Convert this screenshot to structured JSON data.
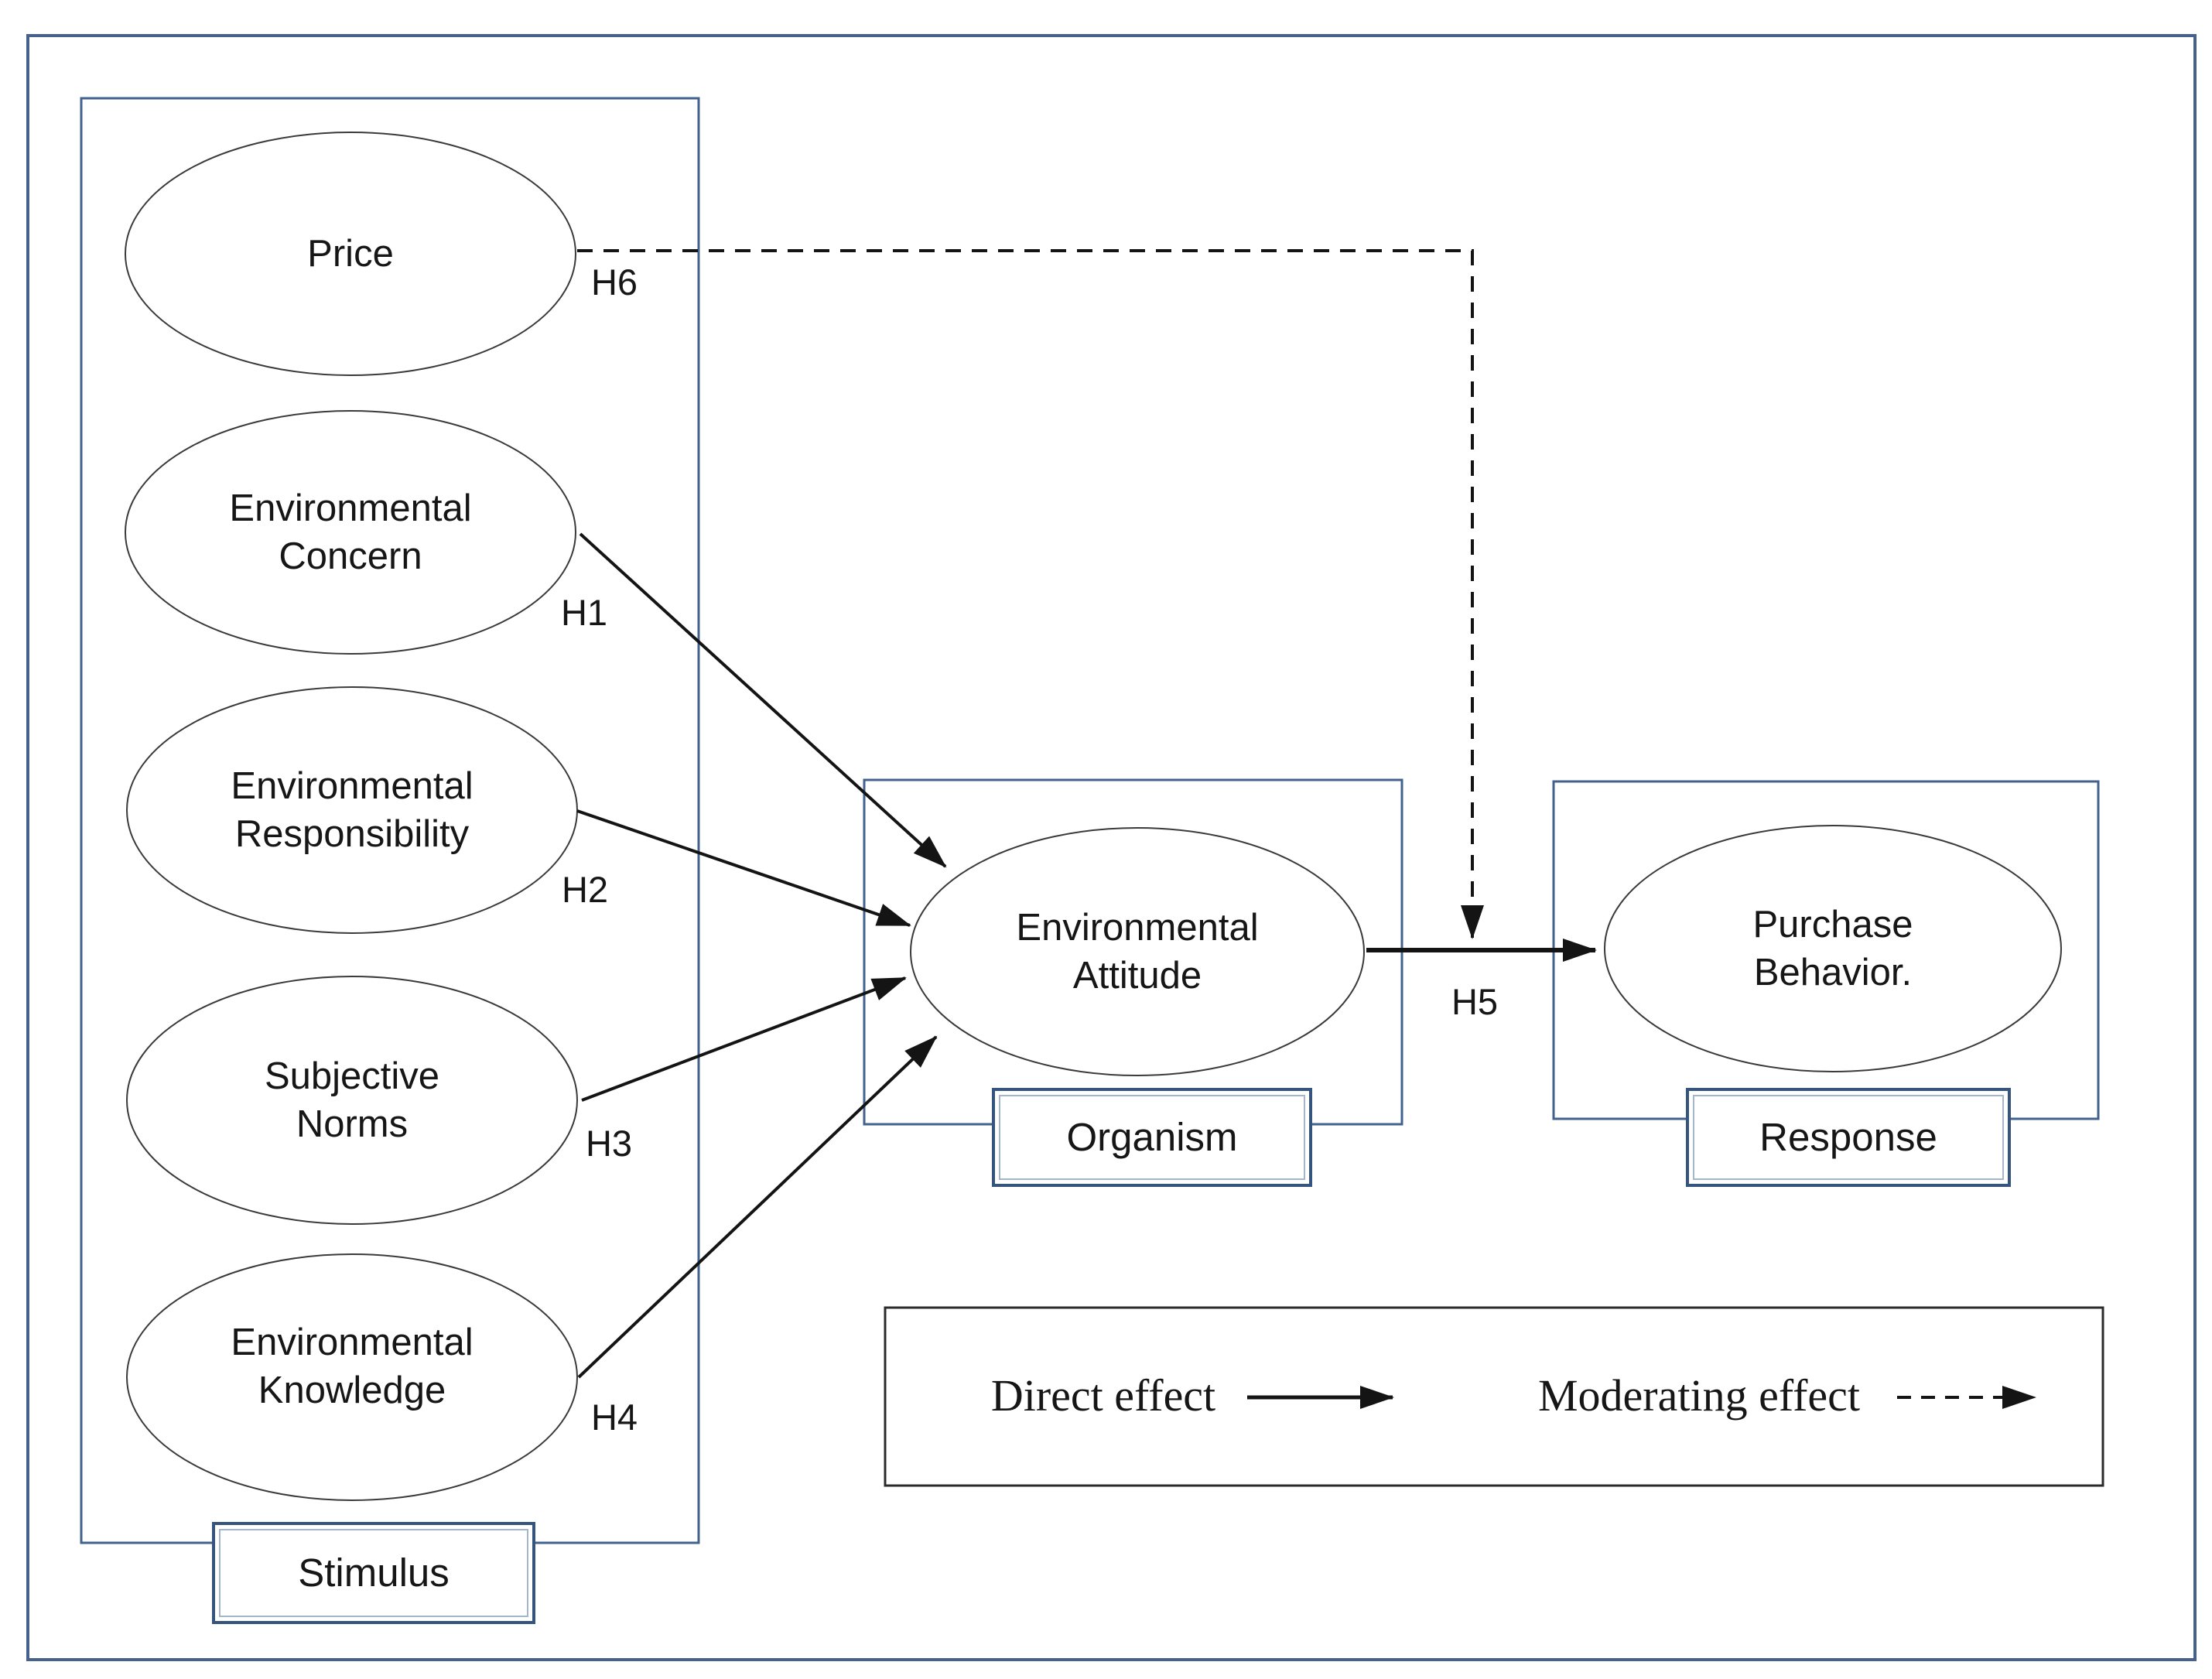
{
  "figure": {
    "description": "Stimulus-Organism-Response conceptual research model"
  },
  "groups": {
    "stimulus": {
      "label": "Stimulus"
    },
    "organism": {
      "label": "Organism"
    },
    "response": {
      "label": "Response"
    }
  },
  "nodes": {
    "price": {
      "label": "Price"
    },
    "concern": {
      "label": "Environmental\nConcern"
    },
    "responsibility": {
      "label": "Environmental\nResponsibility"
    },
    "norms": {
      "label": "Subjective\nNorms"
    },
    "knowledge": {
      "label": "Environmental\nKnowledge"
    },
    "attitude": {
      "label": "Environmental\nAttitude"
    },
    "purchase": {
      "label": "Purchase\nBehavior."
    }
  },
  "hypotheses": {
    "h1": "H1",
    "h2": "H2",
    "h3": "H3",
    "h4": "H4",
    "h5": "H5",
    "h6": "H6"
  },
  "legend": {
    "direct_label": "Direct effect",
    "moderating_label": "Moderating effect"
  },
  "colors": {
    "outer_border": "#46618c",
    "group_border": "#41628c",
    "label_box_border": "#35547e",
    "label_box_inner_border": "#a4b6cc",
    "ellipse_stroke": "#3a3a3a",
    "arrow_black": "#141414",
    "legend_border": "#2b2b2b",
    "text": "#161616"
  }
}
